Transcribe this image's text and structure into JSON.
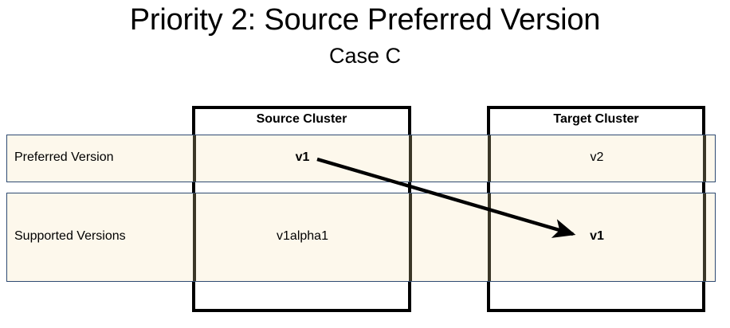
{
  "slide": {
    "title": "Priority 2: Source Preferred Version",
    "subtitle": "Case C"
  },
  "columns": [
    {
      "id": "source",
      "header": "Source Cluster"
    },
    {
      "id": "target",
      "header": "Target Cluster"
    }
  ],
  "rows": [
    {
      "id": "preferred",
      "label": "Preferred Version",
      "source_value": "v1",
      "target_value": "v2"
    },
    {
      "id": "supported",
      "label": "Supported Versions",
      "source_value": "v1alpha1",
      "target_value": "v1"
    }
  ],
  "arrow": {
    "name": "negotiation-arrow",
    "from_label": "v1",
    "from_cell": "Source Cluster / Preferred Version",
    "to_label": "v1",
    "to_cell": "Target Cluster / Supported Versions"
  },
  "colors": {
    "row_fill": "#fdf8ec",
    "row_border": "#2e4a72",
    "box_border": "#000000",
    "arrow": "#000000",
    "text": "#000000"
  }
}
